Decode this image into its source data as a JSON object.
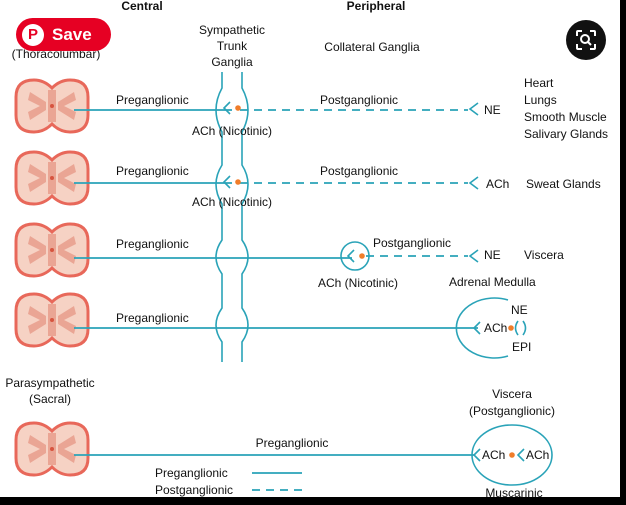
{
  "header": {
    "central": "Central",
    "peripheral": "Peripheral",
    "thoracolumbar": "(Thoracolumbar)",
    "sympathetic_trunk_line1": "Sympathetic",
    "sympathetic_trunk_line2": "Trunk",
    "sympathetic_trunk_line3": "Ganglia",
    "collateral_ganglia": "Collateral Ganglia"
  },
  "rows": [
    {
      "pre": "Preganglionic",
      "post": "Postganglionic",
      "nt": "ACh (Nicotinic)",
      "target_nt": "NE",
      "targets": [
        "Heart",
        "Lungs",
        "Smooth Muscle",
        "Salivary Glands"
      ]
    },
    {
      "pre": "Preganglionic",
      "post": "Postganglionic",
      "nt": "ACh (Nicotinic)",
      "target_nt": "ACh",
      "targets": [
        "Sweat Glands"
      ]
    },
    {
      "pre": "Preganglionic",
      "post": "Postganglionic",
      "nt": "ACh (Nicotinic)",
      "target_nt": "NE",
      "targets": [
        "Viscera"
      ]
    },
    {
      "pre": "Preganglionic",
      "organ": "Adrenal Medulla",
      "ach": "ACh",
      "out1": "NE",
      "out2": "EPI"
    }
  ],
  "parasympathetic": {
    "label_line1": "Parasympathetic",
    "label_line2": "(Sacral)",
    "pre": "Preganglionic",
    "viscera_line1": "Viscera",
    "viscera_line2": "(Postganglionic)",
    "ach_left": "ACh",
    "ach_right": "ACh",
    "receptor": "Muscarinic"
  },
  "legend": {
    "pre": "Preganglionic",
    "post": "Postganglionic"
  },
  "ui": {
    "save_label": "Save",
    "pin_glyph": "P",
    "colors": {
      "nerve": "#2aa3b8",
      "save": "#e60023",
      "marker": "#f07d2a",
      "cord": "#e8685a",
      "cord_fill": "#f6d2c4"
    }
  }
}
